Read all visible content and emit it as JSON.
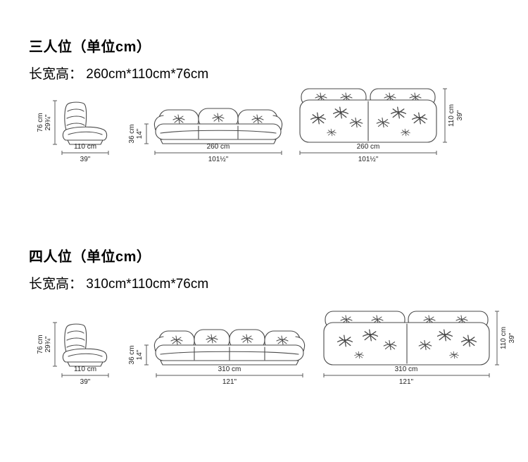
{
  "sections": [
    {
      "title": "三人位（单位cm）",
      "subtitle": "长宽高： 260cm*110cm*76cm",
      "side": {
        "h_cm": "76 cm",
        "h_in": "29¾\"",
        "w_cm": "110 cm",
        "w_in": "39\""
      },
      "front": {
        "h_cm": "36 cm",
        "h_in": "14\"",
        "w_cm": "260 cm",
        "w_in": "101½\""
      },
      "back": {
        "h_cm": "110 cm",
        "h_in": "39\"",
        "w_cm": "260 cm",
        "w_in": "101½\""
      }
    },
    {
      "title": "四人位（单位cm）",
      "subtitle": "长宽高： 310cm*110cm*76cm",
      "side": {
        "h_cm": "76 cm",
        "h_in": "29¾\"",
        "w_cm": "110 cm",
        "w_in": "39\""
      },
      "front": {
        "h_cm": "36 cm",
        "h_in": "14\"",
        "w_cm": "310 cm",
        "w_in": "121\""
      },
      "back": {
        "h_cm": "110 cm",
        "h_in": "39\"",
        "w_cm": "310 cm",
        "w_in": "121\""
      }
    }
  ],
  "colors": {
    "line": "#4a4a4a",
    "text": "#000000",
    "background": "#ffffff"
  }
}
